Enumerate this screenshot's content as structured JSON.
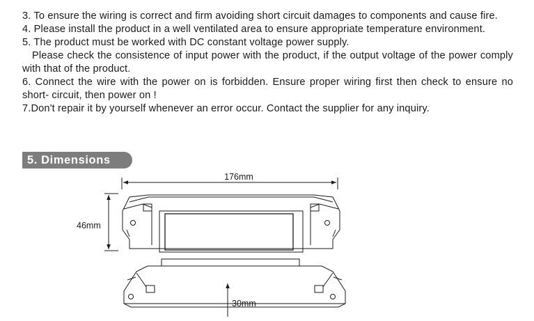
{
  "instructions": [
    "3. To ensure the wiring is correct and firm avoiding short circuit damages to components and cause fire.",
    "4. Please install the product in a well ventilated area to ensure appropriate temperature environment.",
    "5. The product must be worked with DC constant voltage power supply.",
    "Please check the consistence of input power with the product, if the output voltage of the power comply with that of the product.",
    "6. Connect the wire with the power on is forbidden. Ensure proper wiring first then check to ensure no short- circuit,  then power on !",
    "7.Don't repair it by yourself whenever an error occur. Contact the supplier for any inquiry."
  ],
  "section": {
    "title": "5. Dimensions"
  },
  "dimensions": {
    "length": "176mm",
    "width": "46mm",
    "height": "30mm"
  }
}
